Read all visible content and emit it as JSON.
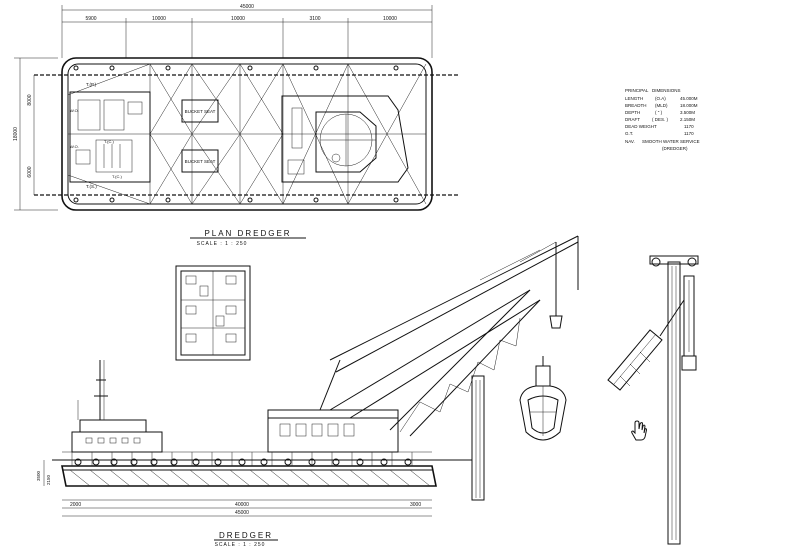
{
  "plan": {
    "overall_dim": "45000",
    "segments": [
      "5900",
      "10000",
      "10000",
      "3100",
      "10000"
    ],
    "left_dims": [
      "8000",
      "18000",
      "6000"
    ],
    "hatch_labels": [
      "BUCKET SEAT",
      "BUCKET SEAT"
    ],
    "room_labels": [
      "T.(P.)",
      "W.O.",
      "W.O.",
      "T.(S.)",
      "T.(C.)",
      "T.(C.)"
    ],
    "title": "PLAN DREDGER",
    "scale": "SCALE : 1 : 250"
  },
  "specs": {
    "heading": [
      "PRINCIPAL",
      "DIMENSIONS"
    ],
    "rows": [
      {
        "label": "LENGTH",
        "qual": "(O.A)",
        "value": "45.000M"
      },
      {
        "label": "BREADTH",
        "qual": "(MLD)",
        "value": "18.000M"
      },
      {
        "label": "DEPTH",
        "qual": "( \" )",
        "value": "3.500M"
      },
      {
        "label": "DRAFT",
        "qual": "( DES. )",
        "value": "2.150M"
      },
      {
        "label": "DEAD WEIGHT",
        "qual": "",
        "value": "1170"
      },
      {
        "label": "G.T.",
        "qual": "",
        "value": "1170"
      }
    ],
    "service": [
      "SMOOTH WATER SERVICE",
      "(DREDGER)"
    ],
    "service_label": "NAV."
  },
  "elevation": {
    "title": "DREDGER",
    "scale": "SCALE : 1 : 250",
    "overall_dim": "45000",
    "bottom_dims": [
      "2000",
      "40000",
      "3000"
    ],
    "side_dims": [
      "3500",
      "2150"
    ]
  }
}
